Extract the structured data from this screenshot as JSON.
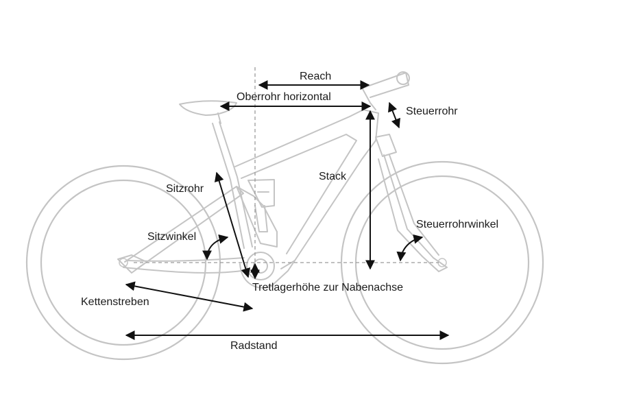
{
  "labels": {
    "reach": "Reach",
    "top_tube": "Oberrohr horizontal",
    "head_tube": "Steuerrohr",
    "stack": "Stack",
    "seat_tube": "Sitzrohr",
    "seat_angle": "Sitzwinkel",
    "head_angle": "Steuerrohrwinkel",
    "bb_drop": "Tretlagerhöhe zur Nabenachse",
    "chainstay": "Kettenstreben",
    "wheelbase": "Radstand"
  },
  "colors": {
    "frame": "#c4c4c4",
    "dimension": "#111111",
    "text": "#1a1a1a"
  }
}
